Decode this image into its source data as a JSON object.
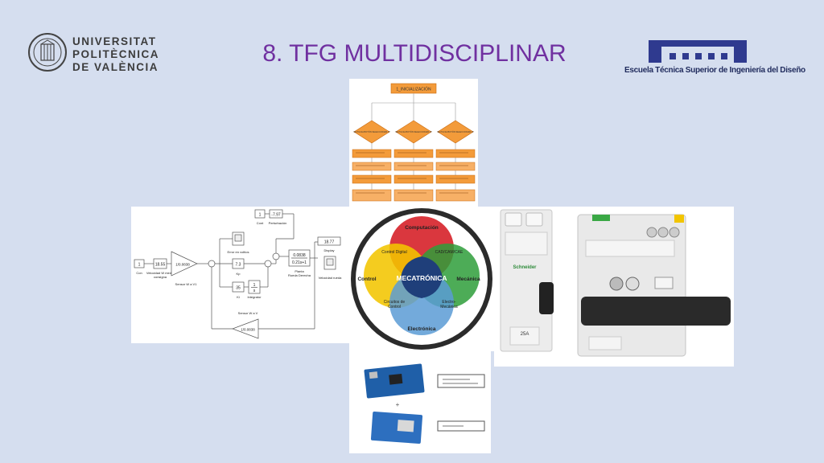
{
  "title": "8. TFG MULTIDISCIPLINAR",
  "logos": {
    "upv": {
      "line1": "UNIVERSITAT",
      "line2": "POLITÈCNICA",
      "line3": "DE VALÈNCIA"
    },
    "etsid": {
      "text": "Escuela Técnica Superior de Ingeniería del Diseño"
    }
  },
  "venn": {
    "center": "MECATRÓNICA",
    "top": "Computación",
    "left": "Control",
    "right": "Mecánica",
    "bottom": "Electrónica",
    "control_digital": "Control Digital",
    "cad_cam_cae": "CAD/CAM/CAE",
    "circuitos_line1": "Circuitos de",
    "circuitos_line2": "Control",
    "electro_line1": "Electro-",
    "electro_line2": "Mecánica"
  },
  "simulink": {
    "const_in_value": "1",
    "const_in_label": "Con",
    "velocity_value": "18.55",
    "velocity_label_1": "Velocidad W medio",
    "velocity_label_2": "consigna",
    "sensor_gain_value": "1/0.0838",
    "sensor_label": "Sensor W a V1",
    "scope_error_label": "Error en voltios",
    "kp_value": "7.3",
    "kp_label": "Kp",
    "ki_value": "35",
    "ki_label": "Ki",
    "integrator_top": "1",
    "integrator_bottom": "s",
    "integrator_label": "Integrator",
    "const2_value": "1",
    "const2_label": "Cont",
    "perturb_value": "-7.97",
    "perturb_label": "Perturbación",
    "plant_num": "0.0838",
    "plant_den": "0.21s+1",
    "plant_label_1": "Planta",
    "plant_label_2": "Rueda Derecha",
    "display_value": "18.77",
    "display_label": "Display",
    "scope_vel_label": "Velocidad rueda",
    "feedback_sensor_label": "Sensor W a V",
    "feedback_gain_value": "1/0.0838"
  },
  "flowchart": {
    "top_box": "1_INICIALIZACIÓN",
    "decisions": [
      "SE PULSA BOTÓN SELECCIONAR 1?",
      "SE PULSA BOTÓN SELECCIONAR 2?",
      "SE PULSA BOTÓN SELECCIONAR 3?"
    ]
  },
  "devices": {
    "brand": "Schneider",
    "rating": "25A"
  }
}
